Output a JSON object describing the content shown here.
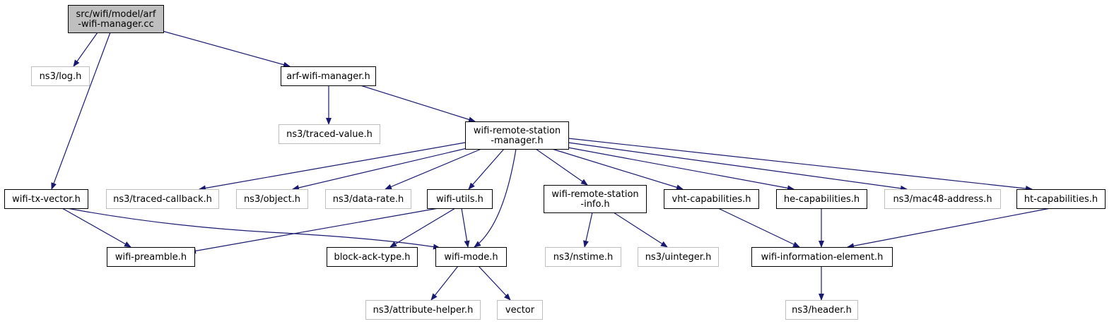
{
  "graph": {
    "colors": {
      "edge": "#191970",
      "root_fill": "#bfbfbf",
      "node_border": "#000000",
      "external_border": "#bfbfbf",
      "text": "#000000"
    },
    "nodes": [
      {
        "id": "root",
        "lines": [
          "src/wifi/model/arf",
          "-wifi-manager.cc"
        ],
        "kind": "root"
      },
      {
        "id": "log",
        "lines": [
          "ns3/log.h"
        ],
        "kind": "external"
      },
      {
        "id": "arfh",
        "lines": [
          "arf-wifi-manager.h"
        ],
        "kind": "local"
      },
      {
        "id": "traced_value",
        "lines": [
          "ns3/traced-value.h"
        ],
        "kind": "external"
      },
      {
        "id": "wrsm",
        "lines": [
          "wifi-remote-station",
          "-manager.h"
        ],
        "kind": "local"
      },
      {
        "id": "txvec",
        "lines": [
          "wifi-tx-vector.h"
        ],
        "kind": "local"
      },
      {
        "id": "traced_cb",
        "lines": [
          "ns3/traced-callback.h"
        ],
        "kind": "external"
      },
      {
        "id": "object",
        "lines": [
          "ns3/object.h"
        ],
        "kind": "external"
      },
      {
        "id": "data_rate",
        "lines": [
          "ns3/data-rate.h"
        ],
        "kind": "external"
      },
      {
        "id": "utils",
        "lines": [
          "wifi-utils.h"
        ],
        "kind": "local"
      },
      {
        "id": "wrsi",
        "lines": [
          "wifi-remote-station",
          "-info.h"
        ],
        "kind": "local"
      },
      {
        "id": "vht",
        "lines": [
          "vht-capabilities.h"
        ],
        "kind": "local"
      },
      {
        "id": "he",
        "lines": [
          "he-capabilities.h"
        ],
        "kind": "local"
      },
      {
        "id": "mac48",
        "lines": [
          "ns3/mac48-address.h"
        ],
        "kind": "external"
      },
      {
        "id": "ht",
        "lines": [
          "ht-capabilities.h"
        ],
        "kind": "local"
      },
      {
        "id": "preamble",
        "lines": [
          "wifi-preamble.h"
        ],
        "kind": "local"
      },
      {
        "id": "block_ack",
        "lines": [
          "block-ack-type.h"
        ],
        "kind": "local"
      },
      {
        "id": "mode",
        "lines": [
          "wifi-mode.h"
        ],
        "kind": "local"
      },
      {
        "id": "nstime",
        "lines": [
          "ns3/nstime.h"
        ],
        "kind": "external"
      },
      {
        "id": "uinteger",
        "lines": [
          "ns3/uinteger.h"
        ],
        "kind": "external"
      },
      {
        "id": "wie",
        "lines": [
          "wifi-information-element.h"
        ],
        "kind": "local"
      },
      {
        "id": "attr_helper",
        "lines": [
          "ns3/attribute-helper.h"
        ],
        "kind": "external"
      },
      {
        "id": "vector",
        "lines": [
          "vector"
        ],
        "kind": "external"
      },
      {
        "id": "header",
        "lines": [
          "ns3/header.h"
        ],
        "kind": "external"
      }
    ],
    "edges": [
      {
        "from": "root",
        "to": "log"
      },
      {
        "from": "root",
        "to": "arfh"
      },
      {
        "from": "root",
        "to": "txvec"
      },
      {
        "from": "arfh",
        "to": "traced_value"
      },
      {
        "from": "arfh",
        "to": "wrsm"
      },
      {
        "from": "wrsm",
        "to": "traced_cb"
      },
      {
        "from": "wrsm",
        "to": "object"
      },
      {
        "from": "wrsm",
        "to": "data_rate"
      },
      {
        "from": "wrsm",
        "to": "utils"
      },
      {
        "from": "wrsm",
        "to": "mode"
      },
      {
        "from": "wrsm",
        "to": "wrsi"
      },
      {
        "from": "wrsm",
        "to": "vht"
      },
      {
        "from": "wrsm",
        "to": "he"
      },
      {
        "from": "wrsm",
        "to": "mac48"
      },
      {
        "from": "wrsm",
        "to": "ht"
      },
      {
        "from": "txvec",
        "to": "preamble"
      },
      {
        "from": "txvec",
        "to": "mode"
      },
      {
        "from": "utils",
        "to": "preamble"
      },
      {
        "from": "utils",
        "to": "block_ack"
      },
      {
        "from": "utils",
        "to": "mode"
      },
      {
        "from": "wrsi",
        "to": "nstime"
      },
      {
        "from": "wrsi",
        "to": "uinteger"
      },
      {
        "from": "vht",
        "to": "wie"
      },
      {
        "from": "he",
        "to": "wie"
      },
      {
        "from": "ht",
        "to": "wie"
      },
      {
        "from": "mode",
        "to": "attr_helper"
      },
      {
        "from": "mode",
        "to": "vector"
      },
      {
        "from": "wie",
        "to": "header"
      }
    ]
  }
}
